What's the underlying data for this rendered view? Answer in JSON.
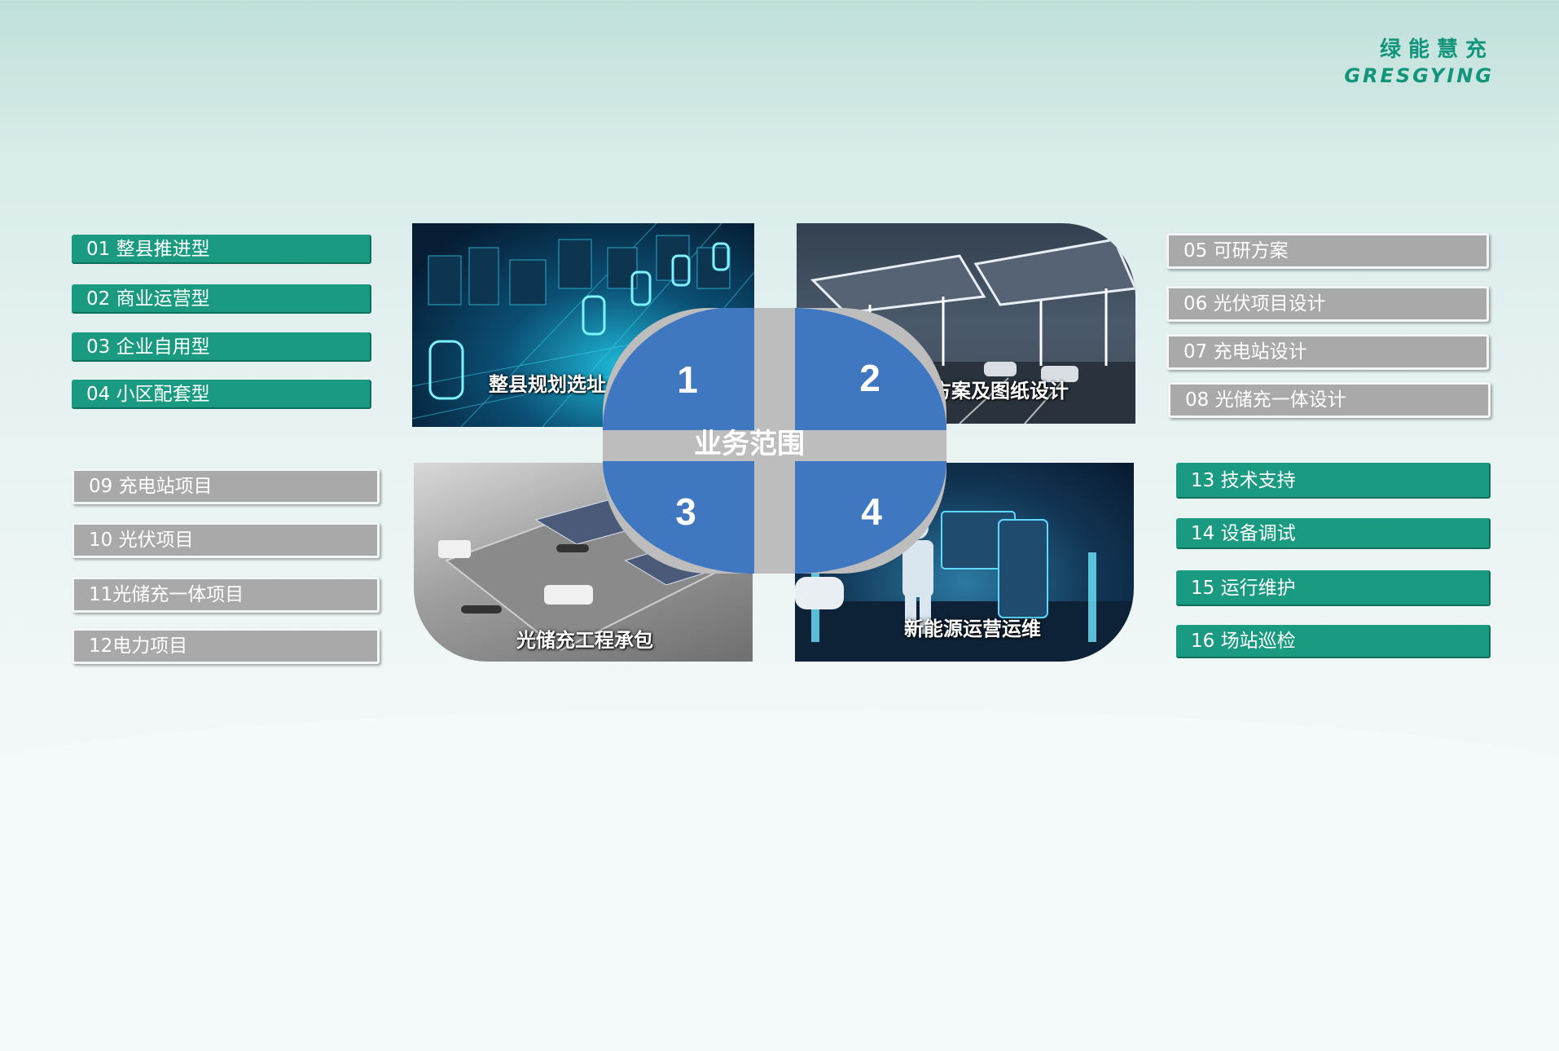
{
  "logo": {
    "cn": "绿能慧充",
    "en": "GRESGYING"
  },
  "center_title": "业务范围",
  "quadrants": [
    {
      "num": "1",
      "label": "整县规划选址"
    },
    {
      "num": "2",
      "label": "方案及图纸设计"
    },
    {
      "num": "3",
      "label": "光储充工程承包"
    },
    {
      "num": "4",
      "label": "新能源运营运维"
    }
  ],
  "left_top": [
    "01 整县推进型",
    "02 商业运营型",
    "03 企业自用型",
    "04 小区配套型"
  ],
  "left_bottom": [
    "09 充电站项目",
    "10 光伏项目",
    "11光储充一体项目",
    "12电力项目"
  ],
  "right_top": [
    "05  可研方案",
    "06  光伏项目设计",
    "07  充电站设计",
    "08  光储充一体设计"
  ],
  "right_bottom": [
    "13  技术支持",
    "14 设备调试",
    "15  运行维护",
    "16  场站巡检"
  ],
  "colors": {
    "green": "#1a9a80",
    "gray": "#a9a9a9",
    "blue": "#3f77c0",
    "center": "#bdbdbd"
  }
}
